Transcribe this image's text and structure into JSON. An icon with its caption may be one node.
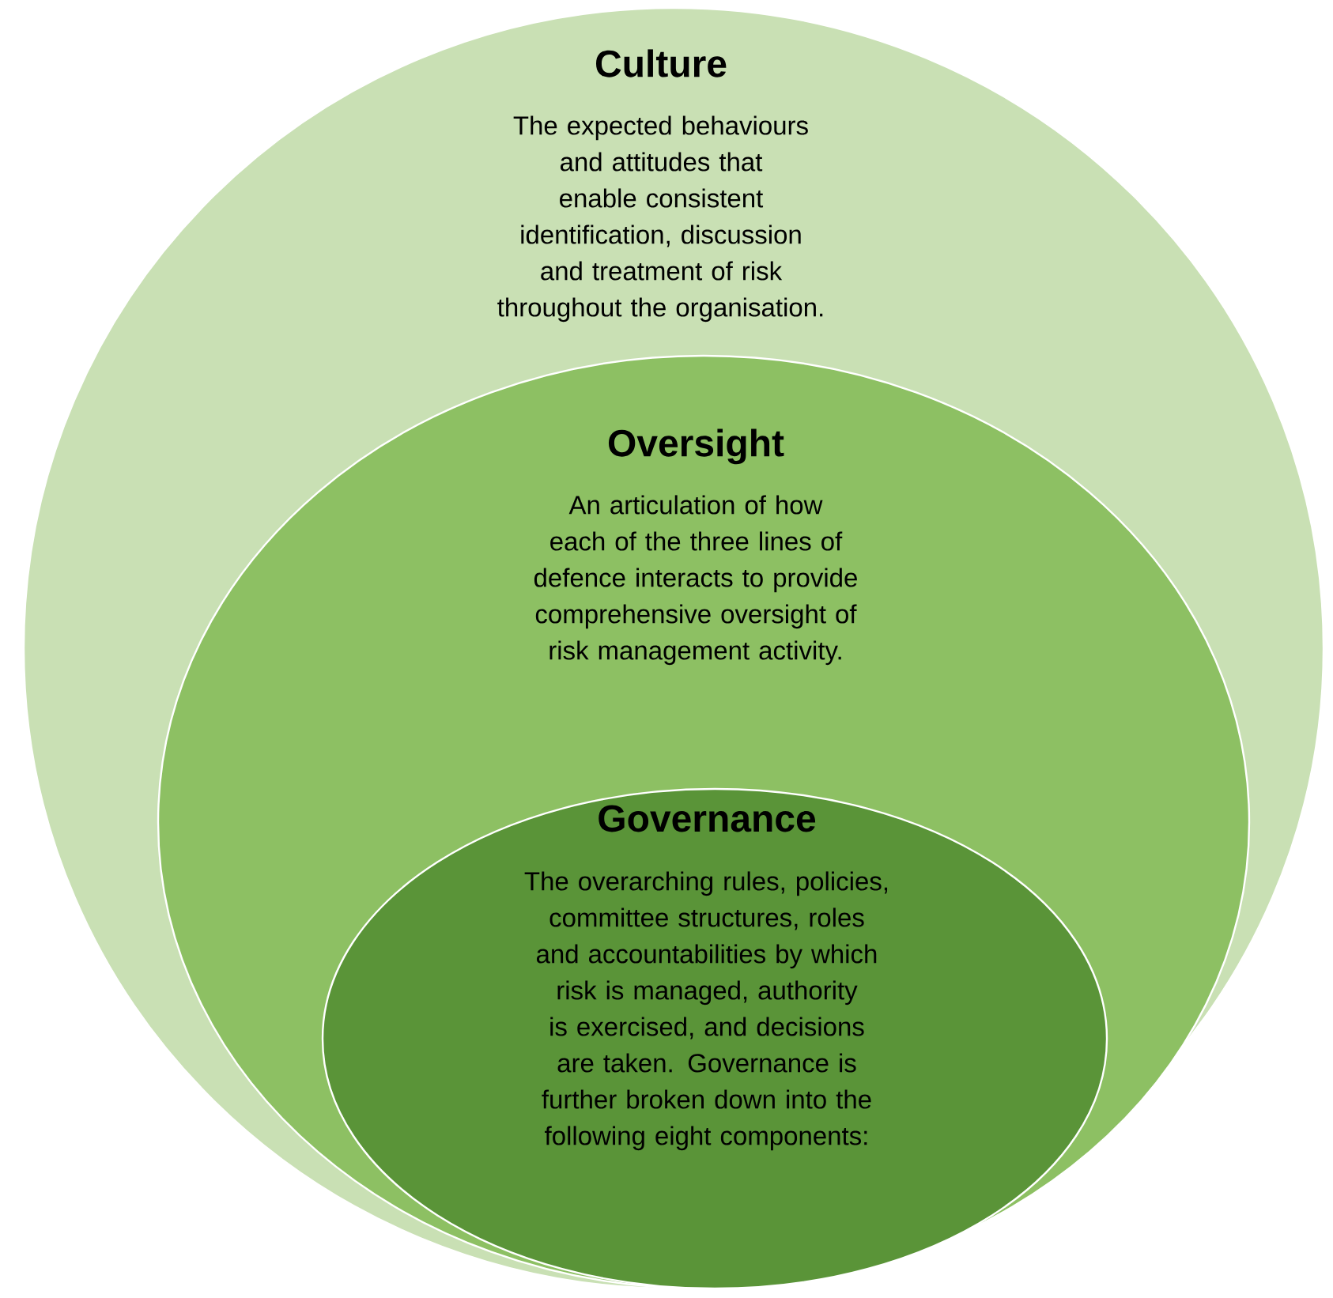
{
  "diagram": {
    "nodes": [
      {
        "text": [
          "Culture",
          "The expected behaviours and attitudes that enable consistent identification, discussion and treatment of risk throughout the organisation."
        ]
      },
      {
        "text": [
          "Oversight",
          "An articulation of how each of the three lines of defence interacts to provide comprehensive oversight of risk management activity."
        ],
        "in": 0
      },
      {
        "text": [
          "Governance",
          "The overarching rules, policies, committee structures, roles and accountabilities by which risk is managed, authority is exercised, and decisions are taken. Governance is further broken down into the following eight components:"
        ],
        "in": 1
      }
    ]
  }
}
